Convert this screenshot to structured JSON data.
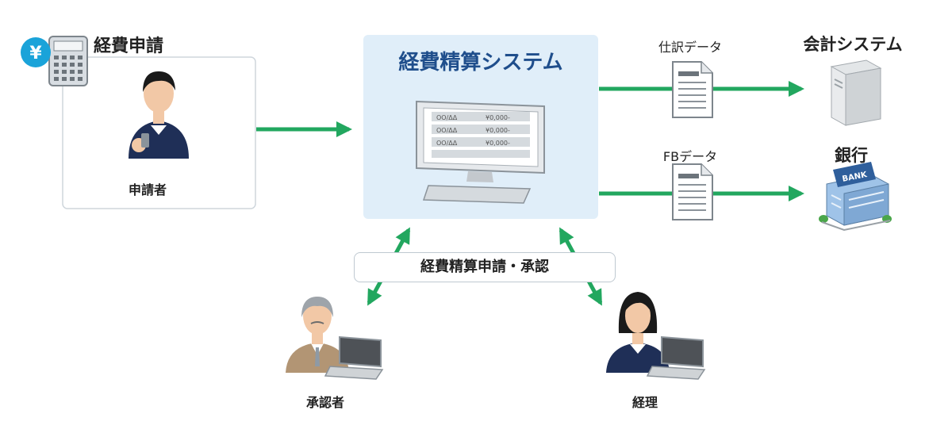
{
  "nodes": {
    "request_title": "経費申請",
    "applicant": "申請者",
    "system": "経費精算システム",
    "journal_data": "仕訳データ",
    "fb_data": "FBデータ",
    "accounting_system": "会計システム",
    "bank": "銀行",
    "approval_flow": "経費精算申請・承認",
    "approver": "承認者",
    "accountant": "経理"
  },
  "icons": {
    "yen_badge": "¥",
    "bank_sign": "BANK",
    "screen_row_label": "OO/ΔΔ",
    "screen_row_value": "¥0,000-"
  },
  "edges": [
    {
      "from": "applicant",
      "to": "system",
      "direction": "one-way"
    },
    {
      "from": "system",
      "to": "accounting_system",
      "label": "journal_data",
      "direction": "one-way"
    },
    {
      "from": "system",
      "to": "bank",
      "label": "fb_data",
      "direction": "one-way"
    },
    {
      "from": "approver",
      "to": "system",
      "direction": "two-way"
    },
    {
      "from": "accountant",
      "to": "system",
      "direction": "two-way"
    }
  ],
  "colors": {
    "arrow": "#22a75f",
    "system_bg": "#e0eef9",
    "system_title": "#1f4e8c",
    "yen_badge": "#1aa3d9",
    "suit": "#1f2f57"
  }
}
